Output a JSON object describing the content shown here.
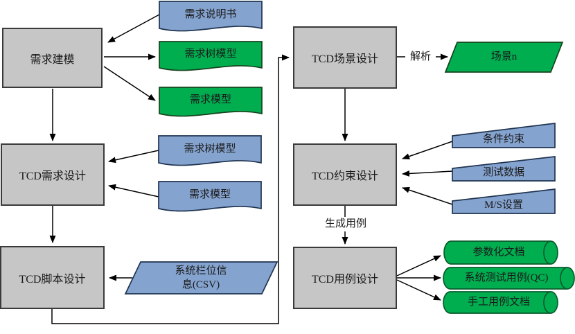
{
  "colors": {
    "box_fill": "#C6C6C6",
    "box_border": "#3A3A3A",
    "blue_fill": "#85A3CF",
    "blue_border": "#1F3450",
    "green_fill": "#00AD4F",
    "green_border": "#16441F",
    "cylinder_fill": "#00AD4F",
    "cylinder_border": "#0A5B2D",
    "line": "#000000",
    "text": "#1A1A1A"
  },
  "process_boxes": {
    "requirements_modeling": "需求建模",
    "tcd_requirements_design": "TCD需求设计",
    "tcd_script_design": "TCD脚本设计",
    "tcd_scenario_design": "TCD场景设计",
    "tcd_constraint_design": "TCD约束设计",
    "tcd_usecase_design": "TCD用例设计"
  },
  "documents": {
    "requirement_spec": "需求说明书",
    "requirement_tree_model_output": "需求树模型",
    "requirement_model_output": "需求模型",
    "requirement_tree_model_input": "需求树模型",
    "requirement_model_input": "需求模型"
  },
  "data_shapes": {
    "system_field_info_csv": "系统栏位信息(CSV)",
    "scenario_n": "场景n",
    "condition_constraint": "条件约束",
    "test_data": "测试数据",
    "ms_setting": "M/S设置"
  },
  "outputs": {
    "parameterized_document": "参数化文档",
    "system_test_case_qc": "系统测试用例(QC)",
    "manual_case_document": "手工用例文档"
  },
  "edge_labels": {
    "parse": "解析",
    "generate_cases": "生成用例"
  }
}
